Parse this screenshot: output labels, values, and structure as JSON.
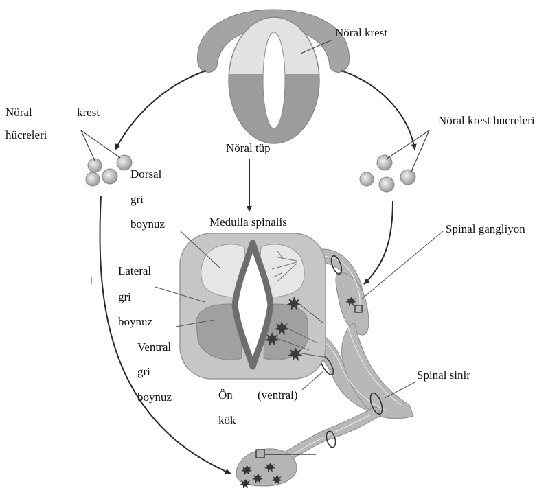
{
  "labels": {
    "noral_krest": "Nöral krest",
    "noral_krest_hucreleri_left_1": "Nöral",
    "noral_krest_hucreleri_left_2": "krest",
    "noral_krest_hucreleri_left_3": "hücreleri",
    "noral_krest_hucreleri_right": "Nöral krest hücreleri",
    "noral_tup": "Nöral tüp",
    "dorsal_1": "Dorsal",
    "dorsal_2": "gri",
    "dorsal_3": "boynuz",
    "medulla_spinalis": "Medulla spinalis",
    "spinal_gangliyon": "Spinal gangliyon",
    "lateral_1": "Lateral",
    "lateral_2": "gri",
    "lateral_3": "boynuz",
    "ventral_1": "Ventral",
    "ventral_2": "gri",
    "ventral_3": "boynuz",
    "spinal_sinir": "Spinal sinir",
    "on_kok_1": "Ön",
    "on_kok_2": "kök",
    "on_kok_ventral": "(ventral)"
  },
  "colors": {
    "crest": "#9a9a9a",
    "tube_light": "#e2e2e2",
    "tube_dark": "#9c9c9c",
    "cord_outer": "#c4c4c4",
    "horn_light": "#e4e4e4",
    "horn_dark": "#9e9e9e",
    "canal": "#6e6e6e",
    "nerve": "#b8b8b8",
    "cell": "#b0b0b0",
    "line": "#2a2a2a"
  }
}
